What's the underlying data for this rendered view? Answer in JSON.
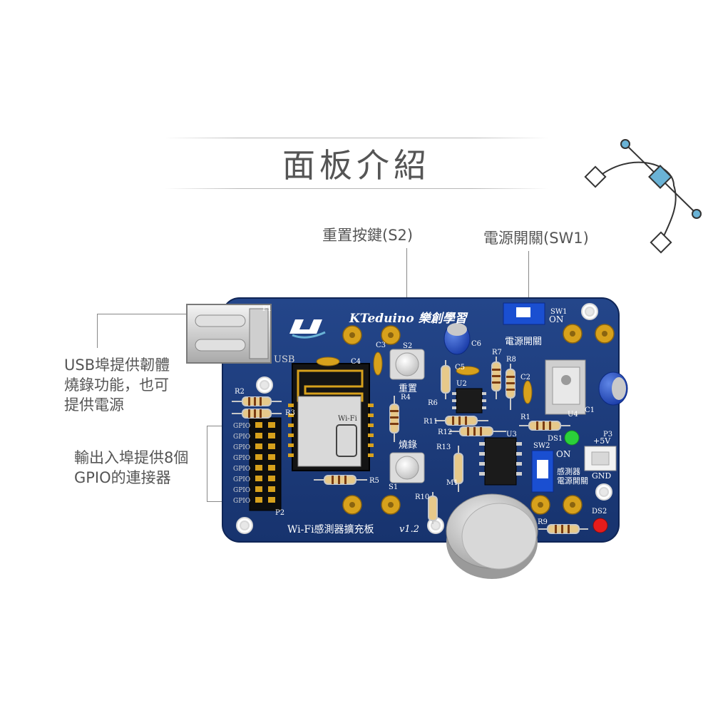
{
  "page": {
    "title": "面板介紹"
  },
  "callouts": {
    "reset_button": "重置按鍵(S2)",
    "power_switch": "電源開關(SW1)",
    "usb": [
      "USB埠提供韌體",
      "燒錄功能，也可",
      "提供電源"
    ],
    "gpio": [
      "輸出入埠提供8個",
      "GPIO的連接器"
    ]
  },
  "board": {
    "brand": "KTeduino 樂創學習",
    "product_label": "Wi-Fi感測器擴充板",
    "version": "v1.2",
    "labels": {
      "usb": "USB",
      "power_switch": "電源開關",
      "reset": "重置",
      "burn": "燒錄",
      "sensor_switch": [
        "感測器",
        "電源開關"
      ],
      "on": "ON",
      "plus5v": "+5V",
      "gnd": "GND",
      "wifi": "Wi-Fi",
      "gpio_pin": "GPIO"
    },
    "refs": {
      "p1": "P1",
      "p2": "P2",
      "p3": "P3",
      "sw1": "SW1",
      "sw2": "SW2",
      "s1": "S1",
      "s2": "S2",
      "c1": "C1",
      "c2": "C2",
      "c3": "C3",
      "c4": "C4",
      "c5": "C5",
      "c6": "C6",
      "r1": "R1",
      "r2": "R2",
      "r3": "R3",
      "r4": "R4",
      "r5": "R5",
      "r6": "R6",
      "r7": "R7",
      "r8": "R8",
      "r9": "R9",
      "r10": "R10",
      "r11": "R11",
      "r12": "R12",
      "r13": "R13",
      "u2": "U2",
      "u3": "U3",
      "u4": "U4",
      "ds1": "DS1",
      "ds2": "DS2",
      "m1": "M1"
    }
  },
  "colors": {
    "board": "#1e3f80",
    "board_dark": "#16306a",
    "pad_gold": "#d7a11c",
    "text_gray": "#555555",
    "accent": "#6ab3d6"
  },
  "icons": {
    "decor": "bezier-pen-icon"
  }
}
